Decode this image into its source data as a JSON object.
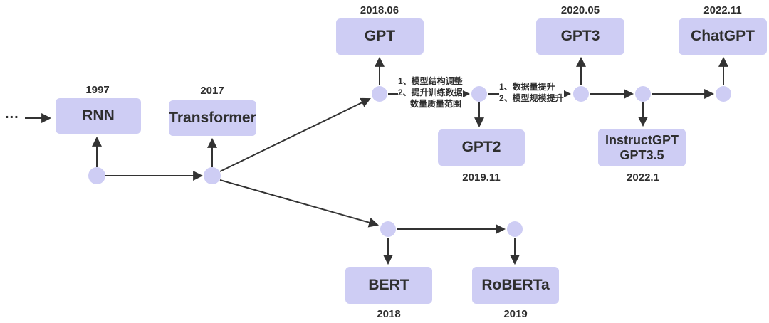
{
  "diagram": {
    "title_hint": "Evolution timeline of language models",
    "ellipsis": "...",
    "nodes": {
      "rnn": {
        "label": "RNN",
        "date": "1997"
      },
      "transformer": {
        "label": "Transformer",
        "date": "2017"
      },
      "gpt": {
        "label": "GPT",
        "date": "2018.06"
      },
      "gpt2": {
        "label": "GPT2",
        "date": "2019.11"
      },
      "gpt3": {
        "label": "GPT3",
        "date": "2020.05"
      },
      "instructgpt": {
        "label": "InstructGPT",
        "label2": "GPT3.5",
        "date": "2022.1"
      },
      "chatgpt": {
        "label": "ChatGPT",
        "date": "2022.11"
      },
      "bert": {
        "label": "BERT",
        "date": "2018"
      },
      "roberta": {
        "label": "RoBERTa",
        "date": "2019"
      }
    },
    "annotations": {
      "gpt_to_gpt2": {
        "line1": "1、模型结构调整",
        "line2": "2、提升训练数据",
        "line3": "数量质量范围"
      },
      "gpt2_to_gpt3": {
        "line1": "1、数据量提升",
        "line2": "2、模型规模提升"
      }
    },
    "colors": {
      "node_fill": "#CECDF4",
      "line": "#333333",
      "text": "#2E2E2E"
    }
  }
}
